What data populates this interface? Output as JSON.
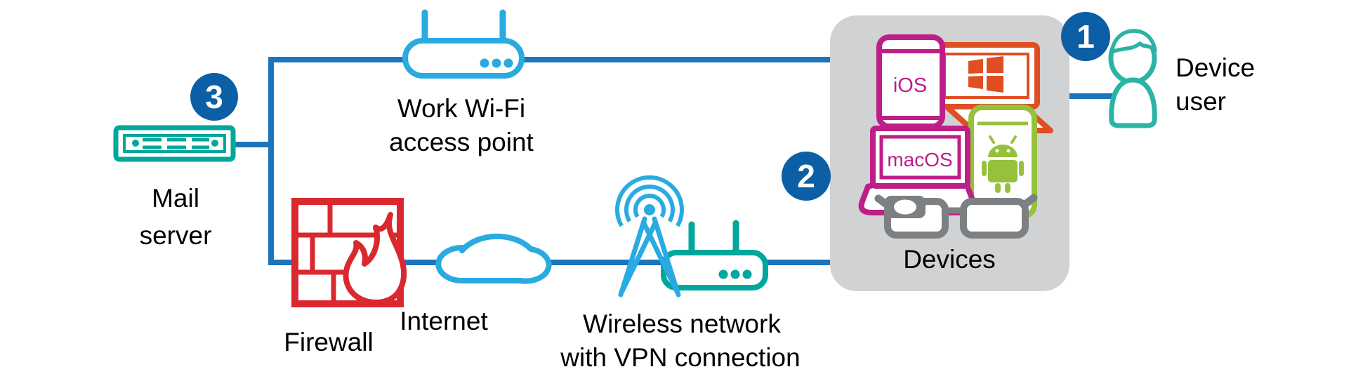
{
  "diagram": {
    "description": "Network diagram: mail server connects through Work Wi-Fi access point and through firewall/Internet/VPN wireless network to devices used by a device user",
    "colors": {
      "connector_blue": "#1B75BC",
      "badge_blue": "#0C5FA4",
      "teal": "#00A79C",
      "person_teal": "#2BB3A6",
      "light_blue": "#29ABE2",
      "red": "#D9292E",
      "magenta": "#BE1E87",
      "orange": "#E04E23",
      "green": "#96C13D",
      "box_gray": "#D1D2D3",
      "glasses_gray": "#7D8083",
      "label_text": "#000000"
    },
    "nodes": {
      "mail_server": {
        "badge": "3",
        "label_lines": [
          "Mail",
          "server"
        ]
      },
      "work_wifi_ap": {
        "label_lines": [
          "Work Wi-Fi",
          "access point"
        ]
      },
      "firewall": {
        "label": "Firewall"
      },
      "internet": {
        "label": "Internet"
      },
      "wireless_vpn": {
        "label_lines": [
          "Wireless network",
          "with VPN connection"
        ]
      },
      "devices": {
        "badge": "2",
        "label": "Devices",
        "os_labels": {
          "ios": "iOS",
          "macos": "macOS"
        },
        "device_icons": [
          "ios-phone",
          "windows-laptop",
          "android-tablet",
          "macos-laptop",
          "smart-glasses"
        ]
      },
      "device_user": {
        "badge": "1",
        "label_lines": [
          "Device",
          "user"
        ]
      }
    }
  }
}
